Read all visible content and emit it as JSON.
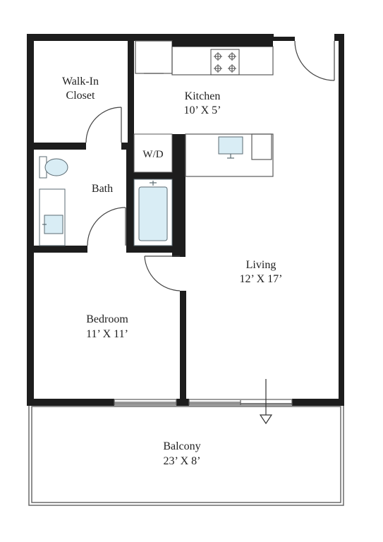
{
  "rooms": {
    "walk_in_closet": {
      "line1": "Walk-In",
      "line2": "Closet"
    },
    "kitchen": {
      "name": "Kitchen",
      "size": "10’ X 5’"
    },
    "washer_dryer": {
      "name": "W/D"
    },
    "bath": {
      "name": "Bath"
    },
    "living": {
      "name": "Living",
      "size": "12’ X 17’"
    },
    "bedroom": {
      "name": "Bedroom",
      "size": "11’ X 11’"
    },
    "balcony": {
      "name": "Balcony",
      "size": "23’ X 8’"
    }
  },
  "colors": {
    "wall": "#1d1d1d",
    "fixture_fill": "#d9edf5",
    "fixture_stroke": "#5a6a72",
    "outline": "#6a6a6a"
  },
  "icons": [
    "door-swing-icon",
    "toilet-icon",
    "sink-icon",
    "bathtub-icon",
    "stove-icon",
    "entry-arrow-icon"
  ]
}
